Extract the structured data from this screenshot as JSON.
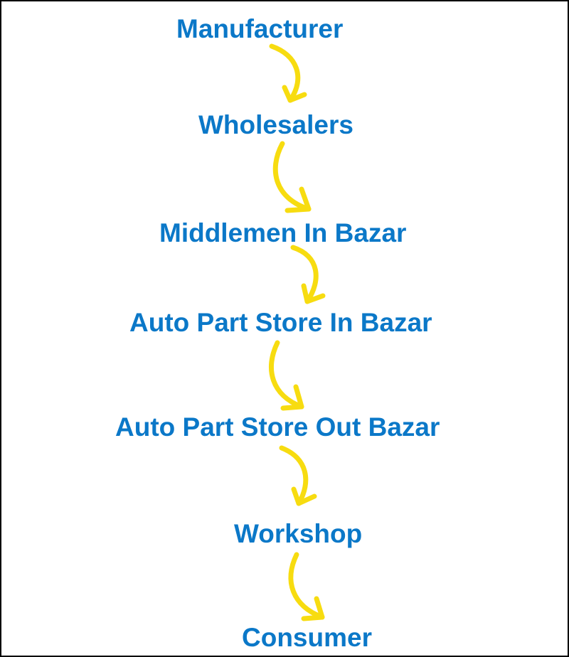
{
  "steps": [
    {
      "label": "Manufacturer"
    },
    {
      "label": "Wholesalers"
    },
    {
      "label": "Middlemen In Bazar"
    },
    {
      "label": "Auto Part Store In Bazar"
    },
    {
      "label": "Auto Part Store Out Bazar"
    },
    {
      "label": "Workshop"
    },
    {
      "label": "Consumer"
    }
  ],
  "colors": {
    "text": "#0b78c8",
    "arrow": "#f7dc10",
    "border": "#000000",
    "background": "#ffffff"
  },
  "icons": {
    "connector": "curved-arrow-icon"
  }
}
